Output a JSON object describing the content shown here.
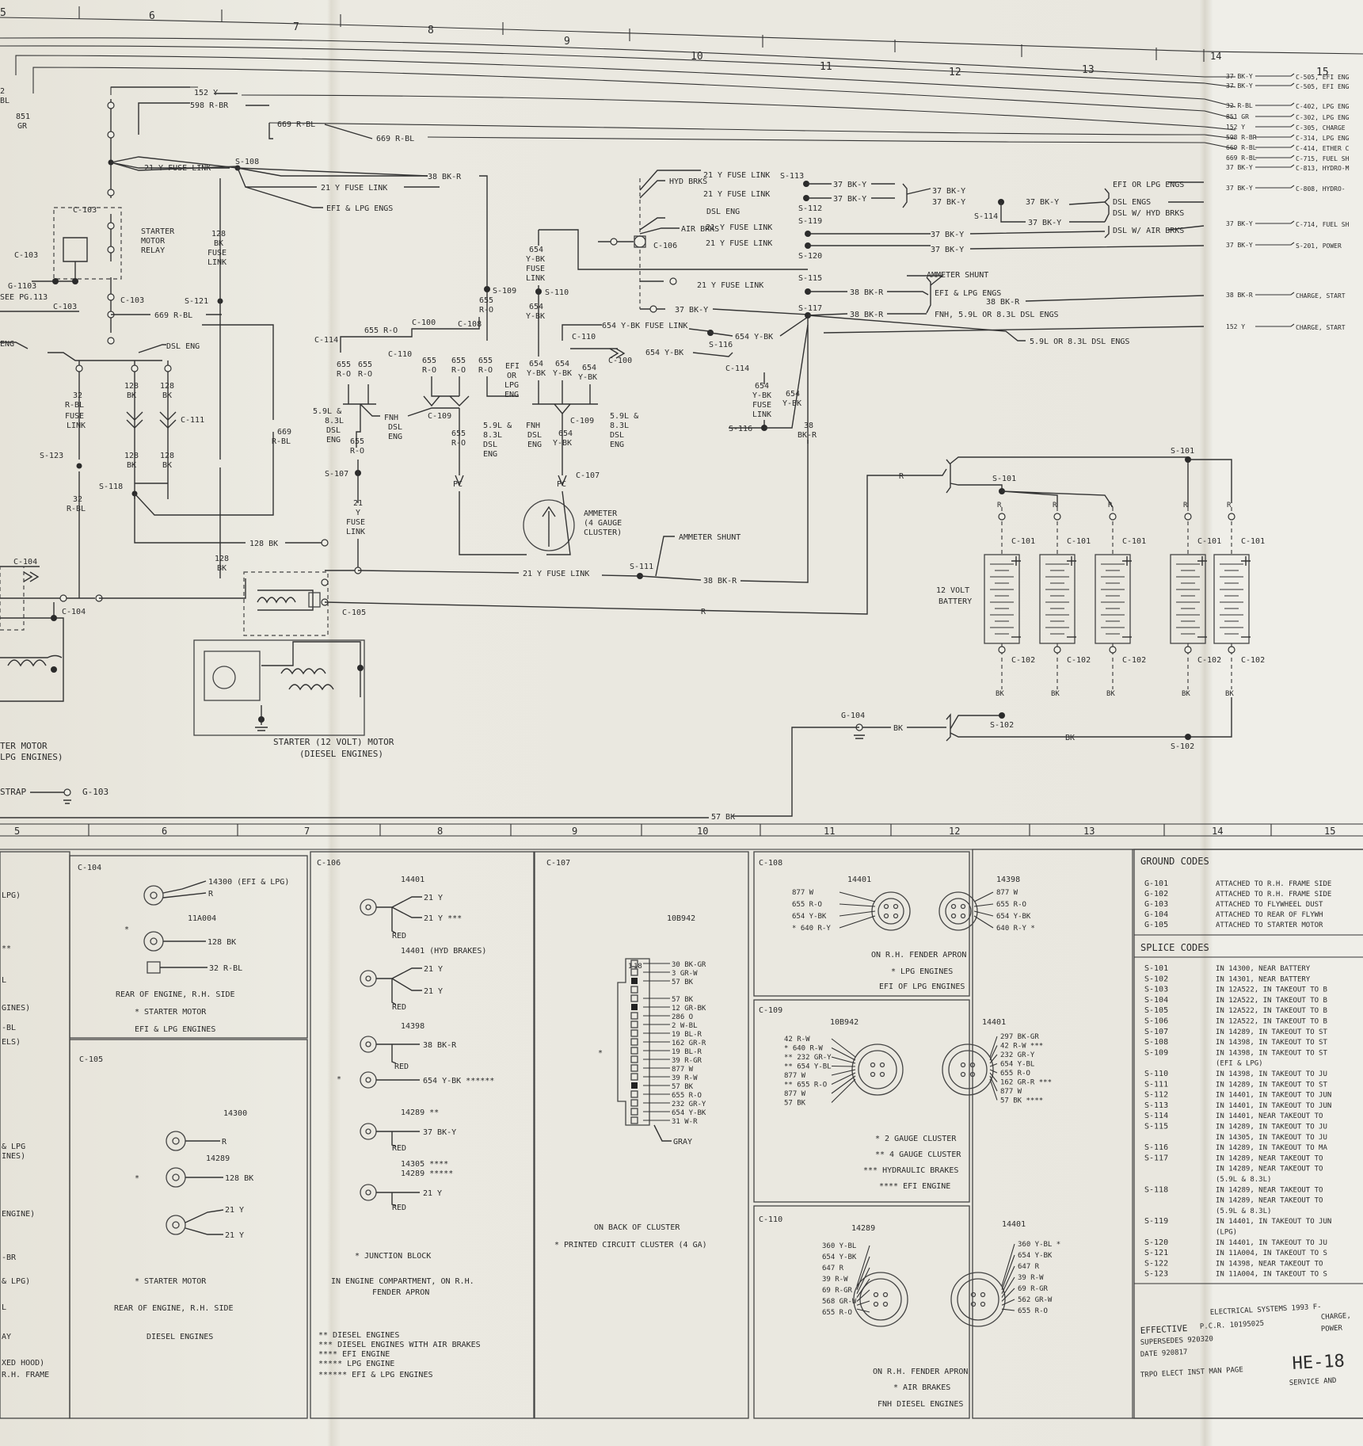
{
  "column_numbers": [
    "5",
    "6",
    "7",
    "8",
    "9",
    "10",
    "11",
    "12",
    "13",
    "14",
    "15"
  ],
  "bottom_column_numbers": [
    "5",
    "6",
    "7",
    "8",
    "9",
    "10",
    "11",
    "12",
    "13",
    "14",
    "15"
  ],
  "top_right_wires": [
    {
      "wire": "37 BK-Y",
      "dest": "C-505, EFI ENG"
    },
    {
      "wire": "37 BK-Y",
      "dest": "C-505, EFI ENG"
    },
    {
      "wire": "32 R-BL",
      "dest": "C-402, LPG ENG"
    },
    {
      "wire": "851 GR",
      "dest": "C-302, LPG ENG"
    },
    {
      "wire": "152 Y",
      "dest": "C-305, CHARGE"
    },
    {
      "wire": "598 R-BR",
      "dest": "C-314, LPG ENG"
    },
    {
      "wire": "669 R-BL",
      "dest": "C-414, ETHER C"
    },
    {
      "wire": "669 R-BL",
      "dest": "C-715, FUEL SH"
    },
    {
      "wire": "37 BK-Y",
      "dest": "C-813, HYDRO-M"
    },
    {
      "wire": "37 BK-Y",
      "dest": "C-808, HYDRO-"
    },
    {
      "wire": "37 BK-Y",
      "dest": "C-714, FUEL SH"
    },
    {
      "wire": "37 BK-Y",
      "dest": "S-201, POWER"
    },
    {
      "wire": "38 BK-R",
      "dest": "CHARGE, START"
    },
    {
      "wire": "152 Y",
      "dest": "CHARGE, START"
    }
  ],
  "schematic": {
    "w_152y": "152 Y",
    "w_598": "598 R-BR",
    "w_669a": "669 R-BL",
    "w_669b": "669 R-BL",
    "w_669c": "669 R-BL",
    "w_851a": "851",
    "w_851b": "GR",
    "w_2": "2",
    "w_bl": "BL",
    "w_21y_fl": "21 Y FUSE LINK",
    "w_21y_fl2": "21 Y FUSE LINK",
    "efi_lpg": "EFI & LPG ENGS",
    "w_38bkr": "38 BK-R",
    "s108": "S-108",
    "c103": "C-103",
    "c103b": "C-103",
    "c103c": "C-103",
    "c103d": "C-103",
    "relay": [
      "STARTER",
      "MOTOR",
      "RELAY"
    ],
    "fuse128": [
      "128",
      "BK",
      "FUSE",
      "LINK"
    ],
    "g1103": "G-1103",
    "see_pg": "SEE PG.113",
    "s121": "S-121",
    "eng": "ENG",
    "dsl_eng": "DSL ENG",
    "r32": [
      "32",
      "R-BL",
      "FUSE",
      "LINK"
    ],
    "r128a": [
      "128",
      "BK"
    ],
    "r128b": [
      "128",
      "BK"
    ],
    "c111": "C-111",
    "s123": "S-123",
    "r32b": [
      "32",
      "R-BL"
    ],
    "r128c": [
      "128",
      "BK"
    ],
    "r128d": [
      "128",
      "BK"
    ],
    "s118": "S-118",
    "r669": [
      "669",
      "R-BL"
    ],
    "w128bk": "128 BK",
    "r128e": [
      "128",
      "BK"
    ],
    "c104": "C-104",
    "c104b": "C-104",
    "starter_motor": [
      "TER MOTOR",
      "LPG ENGINES)"
    ],
    "strap": "STRAP",
    "g103": "G-103",
    "c105": "C-105",
    "starter12": [
      "STARTER (12 VOLT) MOTOR",
      "(DIESEL ENGINES)"
    ],
    "c114": "C-114",
    "r655rd": "655 R-O",
    "c100": "C-100",
    "c110": "C-110",
    "c108": "C-108",
    "l655a": [
      "655",
      "R-O"
    ],
    "l655b": [
      "655",
      "R-O"
    ],
    "l655c": [
      "655",
      "R-O"
    ],
    "l655d": [
      "655",
      "R-O"
    ],
    "l655e": [
      "655",
      "R-O"
    ],
    "l655f": [
      "655",
      "R-O"
    ],
    "dsl59a": [
      "5.9L &",
      "8.3L",
      "DSL",
      "ENG"
    ],
    "fnh_a": [
      "FNH",
      "DSL",
      "ENG"
    ],
    "c109": "C-109",
    "l655g": [
      "655",
      "R-O"
    ],
    "s107": "S-107",
    "fuse21": [
      "21",
      "Y",
      "FUSE",
      "LINK"
    ],
    "l655h": [
      "655",
      "R-O"
    ],
    "dsl59b": [
      "5.9L &",
      "8.3L",
      "DSL",
      "ENG"
    ],
    "efi_lpg_eng": [
      "EFI",
      "OR",
      "LPG",
      "ENG"
    ],
    "fnh_b": [
      "FNH",
      "DSL",
      "ENG"
    ],
    "l654a": [
      "654",
      "Y-BK"
    ],
    "c109b": "C-109",
    "dsl59c": [
      "5.9L &",
      "8.3L",
      "DSL",
      "ENG"
    ],
    "l654b": [
      "654",
      "Y-BK"
    ],
    "l654c": [
      "654",
      "Y-BK"
    ],
    "l654d": [
      "654",
      "Y-BK"
    ],
    "pc1": "PC",
    "pc2": "PC",
    "c107": "C-107",
    "ammeter": [
      "AMMETER",
      "(4 GAUGE",
      "CLUSTER)"
    ],
    "ammeter_shunt": "AMMETER SHUNT",
    "s111": "S-111",
    "w21y_bottom": "21 Y FUSE LINK",
    "w38_bottom": "38 BK-R",
    "s109": "S-109",
    "s110": "S-110",
    "l654fl": [
      "654",
      "Y-BK",
      "FUSE",
      "LINK"
    ],
    "l654e": [
      "654",
      "Y-BK"
    ],
    "l654fl_label": "654 Y-BK FUSE LINK",
    "l654yb": "654 Y-BK",
    "l654yb2": "654 Y-BK",
    "c110b": "C-110",
    "c100b": "C-100",
    "s116": "S-116",
    "c114b": "C-114",
    "l654fl2": [
      "654",
      "Y-BK",
      "FUSE",
      "LINK"
    ],
    "l654f": [
      "654",
      "Y-BK"
    ],
    "s116b": "S-116",
    "l38": [
      "38",
      "BK-R"
    ],
    "hyd_brks": "HYD BRKS",
    "dsl_eng2": "DSL ENG",
    "air_brks": "AIR BRKS",
    "fl1": "21 Y FUSE LINK",
    "fl2": "21 Y FUSE LINK",
    "fl3": "21 Y FUSE LINK",
    "fl4": "21 Y FUSE LINK",
    "s113": "S-113",
    "s112": "S-112",
    "s119": "S-119",
    "s120": "S-120",
    "c106": "C-106",
    "bky1": "37 BK-Y",
    "bky2": "37 BK-Y",
    "bky3": "37 BK-Y",
    "bky4": "37 BK-Y",
    "bky5": "37 BK-Y",
    "bky6": "37 BK-Y",
    "bky7": "37 BK-Y",
    "bky8": "37 BK-Y",
    "s114": "S-114",
    "efi_lpg_engs": "EFI OR LPG ENGS",
    "dsl_engs": "DSL ENGS",
    "dsl_hyd": "DSL W/ HYD BRKS",
    "dsl_air": "DSL W/ AIR BRKS",
    "fl5": "21 Y FUSE LINK",
    "s115": "S-115",
    "bkr1": "38 BK-R",
    "amm_shunt2": "AMMETER SHUNT",
    "efi_lpg2": "EFI & LPG ENGS",
    "bkr2": "38 BK-R",
    "bky9": "37 BK-Y",
    "s117": "S-117",
    "bkr3": "38 BK-R",
    "fnh_dsl": "FNH, 5.9L OR 8.3L DSL ENGS",
    "dsl59_engs": "5.9L OR 8.3L DSL ENGS",
    "batt_r": "R",
    "s101": "S-101",
    "s101b": "S-101",
    "battery_label": [
      "12 VOLT",
      "BATTERY"
    ],
    "c101": "C-101",
    "c102": "C-102",
    "bk": "BK",
    "g104": "G-104",
    "s102": "S-102",
    "s102b": "S-102",
    "w57bk": "57 BK",
    "w_r_long": "R"
  },
  "panels": {
    "left_partial": [
      "LPG)",
      "**",
      "L",
      "GINES)",
      "-BL",
      "ELS)",
      "& LPG",
      "INES)",
      "ENGINE)",
      "-BR",
      "& LPG)",
      "L",
      "AY",
      "XED HOOD)",
      "R.H. FRAME"
    ],
    "c104": {
      "title": "C-104",
      "p1": "14300 (EFI & LPG)",
      "r": "R",
      "p2": "11A004",
      "w128": "128 BK",
      "w32": "32 R-BL",
      "star": "*",
      "desc": [
        "REAR OF ENGINE, R.H. SIDE",
        "* STARTER MOTOR",
        "EFI & LPG ENGINES"
      ]
    },
    "c105": {
      "title": "C-105",
      "p1": "14300",
      "r": "R",
      "p2": "14289",
      "w128": "128 BK",
      "star": "*",
      "w21a": "21 Y",
      "w21b": "21 Y",
      "desc": [
        "* STARTER MOTOR",
        "REAR OF ENGINE, R.H. SIDE",
        "DIESEL ENGINES"
      ]
    },
    "c106": {
      "title": "C-106",
      "p1": "14401",
      "w21a": "21 Y",
      "w21b": "21 Y ***",
      "red1": "RED",
      "p2": "14401 (HYD BRAKES)",
      "w21c": "21 Y",
      "w21d": "21 Y",
      "red2": "RED",
      "p3": "14398",
      "w38": "38 BK-R",
      "red3": "RED",
      "star": "*",
      "w654": "654 Y-BK ******",
      "p4": "14289 **",
      "w37": "37 BK-Y",
      "red4": "RED",
      "p5": "14305 ****",
      "p6": "14289 *****",
      "w21e": "21 Y",
      "red5": "RED",
      "desc": [
        "* JUNCTION BLOCK",
        "IN ENGINE COMPARTMENT, ON R.H.",
        "FENDER APRON"
      ],
      "notes": [
        "** DIESEL ENGINES",
        "*** DIESEL ENGINES WITH AIR BRAKES",
        "**** EFI ENGINE",
        "***** LPG ENGINE",
        "****** EFI & LPG ENGINES"
      ]
    },
    "c107": {
      "title": "C-107",
      "part": "10B942",
      "pin_top": "1",
      "pin_bot": "18",
      "star": "*",
      "wires": [
        "30 BK-GR",
        "3 GR-W",
        "57 BK",
        "",
        "57 BK",
        "12 GR-BK",
        "286 O",
        "2 W-BL",
        "19 BL-R",
        "162 GR-R",
        "19 BL-R",
        "39 R-GR",
        "877 W",
        "39 R-W",
        "57 BK",
        "655 R-O",
        "232 GR-Y",
        "654 Y-BK",
        "31 W-R"
      ],
      "gray": "GRAY",
      "desc": [
        "ON BACK OF CLUSTER",
        "* PRINTED CIRCUIT CLUSTER (4 GA)"
      ]
    },
    "c108": {
      "title": "C-108",
      "p1": "14401",
      "p2": "14398",
      "left": [
        "877 W",
        "655 R-O",
        "654 Y-BK",
        "* 640 R-Y"
      ],
      "right": [
        "877 W",
        "655 R-O",
        "654 Y-BK",
        "640 R-Y *"
      ],
      "desc": [
        "ON R.H. FENDER APRON",
        "* LPG ENGINES",
        "EFI OF LPG ENGINES"
      ]
    },
    "c109": {
      "title": "C-109",
      "p1": "10B942",
      "p2": "14401",
      "left": [
        "42 R-W",
        "* 640 R-W",
        "** 232 GR-Y",
        "** 654 Y-BL",
        "877 W",
        "** 655 R-O",
        "877 W",
        "57 BK"
      ],
      "right": [
        "297 BK-GR",
        "42 R-W ***",
        "232 GR-Y",
        "654 Y-BL",
        "655 R-O",
        "162 GR-R ***",
        "877 W",
        "57 BK ****"
      ],
      "desc": [
        "* 2 GAUGE CLUSTER",
        "** 4 GAUGE CLUSTER",
        "*** HYDRAULIC BRAKES",
        "**** EFI ENGINE"
      ]
    },
    "c110": {
      "title": "C-110",
      "p1": "14289",
      "p2": "14401",
      "left": [
        "360 Y-BL",
        "654 Y-BK",
        "647 R",
        "39 R-W",
        "69 R-GR",
        "568 GR-W",
        "655 R-O"
      ],
      "right": [
        "360 Y-BL *",
        "654 Y-BK",
        "647 R",
        "39 R-W",
        "69 R-GR",
        "562 GR-W",
        "655 R-O"
      ],
      "desc": [
        "ON R.H. FENDER APRON",
        "* AIR BRAKES",
        "FNH DIESEL ENGINES"
      ]
    },
    "ground": {
      "title": "GROUND CODES",
      "codes": [
        "G-101",
        "G-102",
        "G-103",
        "G-104",
        "G-105"
      ],
      "desc": [
        "ATTACHED TO R.H. FRAME SIDE",
        "ATTACHED TO R.H. FRAME SIDE",
        "ATTACHED TO FLYWHEEL DUST",
        "ATTACHED TO REAR OF FLYWH",
        "ATTACHED TO STARTER MOTOR"
      ]
    },
    "splice": {
      "title": "SPLICE CODES",
      "codes": [
        "S-101",
        "S-102",
        "S-103",
        "S-104",
        "S-105",
        "S-106",
        "S-107",
        "S-108",
        "S-109",
        "",
        "S-110",
        "S-111",
        "S-112",
        "S-113",
        "S-114",
        "S-115",
        "",
        "S-116",
        "S-117",
        "",
        "",
        "S-118",
        "",
        "",
        "S-119",
        "",
        "S-120",
        "S-121",
        "S-122",
        "S-123"
      ],
      "desc": [
        "IN 14300, NEAR BATTERY",
        "IN 14301, NEAR BATTERY",
        "IN 12A522, IN TAKEOUT TO B",
        "IN 12A522, IN TAKEOUT TO B",
        "IN 12A522, IN TAKEOUT TO B",
        "IN 12A522, IN TAKEOUT TO B",
        "IN 14289, IN TAKEOUT TO ST",
        "IN 14398, IN TAKEOUT TO ST",
        "IN 14398, IN TAKEOUT TO ST",
        "(EFI & LPG)",
        "IN 14398, IN TAKEOUT TO JU",
        "IN 14289, IN TAKEOUT TO ST",
        "IN 14401, IN TAKEOUT TO JUN",
        "IN 14401, IN TAKEOUT TO JUN",
        "IN 14401, NEAR TAKEOUT TO",
        "IN 14289, IN TAKEOUT TO JU",
        "IN 14305, IN TAKEOUT TO JU",
        "IN 14289, IN TAKEOUT TO MA",
        "IN 14289, NEAR TAKEOUT TO",
        "IN 14289, NEAR TAKEOUT TO",
        "(5.9L & 8.3L)",
        "IN 14289, NEAR TAKEOUT TO",
        "IN 14289, NEAR TAKEOUT TO",
        "(5.9L & 8.3L)",
        "IN 14401, IN TAKEOUT TO JUN",
        "(LPG)",
        "IN 14401, IN TAKEOUT TO JU",
        "IN 11A004, IN TAKEOUT TO S",
        "IN 14398, NEAR TAKEOUT TO",
        "IN 11A004, IN TAKEOUT TO S"
      ]
    },
    "title_block": {
      "effective": "EFFECTIVE",
      "pcr": "P.C.R. 10195025",
      "es": "ELECTRICAL SYSTEMS 1993 F-",
      "charge": "CHARGE,",
      "supersedes": "SUPERSEDES 920320",
      "power": "POWER",
      "date": "DATE 920817",
      "trpo": "TRPO ELECT INST MAN PAGE",
      "page": "HE-18",
      "service": "SERVICE AND"
    }
  }
}
